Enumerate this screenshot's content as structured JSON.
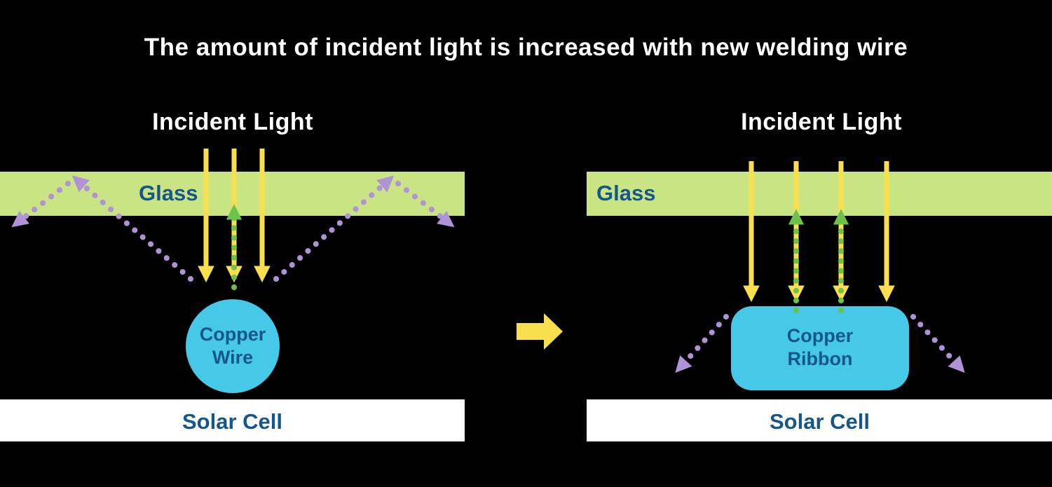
{
  "title": "The amount of incident light is increased with new welding wire",
  "colors": {
    "background": "#000000",
    "title": "#ffffff",
    "glass": "#c9e483",
    "label": "#15578a",
    "yellow": "#f9df4e",
    "green": "#6cc24b",
    "purple": "#b093d6",
    "copper": "#46c8e8",
    "solar": "#ffffff"
  },
  "left": {
    "incident_light": "Incident Light",
    "glass": "Glass",
    "copper_line1": "Copper",
    "copper_line2": "Wire",
    "solar_cell": "Solar Cell"
  },
  "right": {
    "incident_light": "Incident Light",
    "glass": "Glass",
    "copper_line1": "Copper",
    "copper_line2": "Ribbon",
    "solar_cell": "Solar Cell"
  }
}
